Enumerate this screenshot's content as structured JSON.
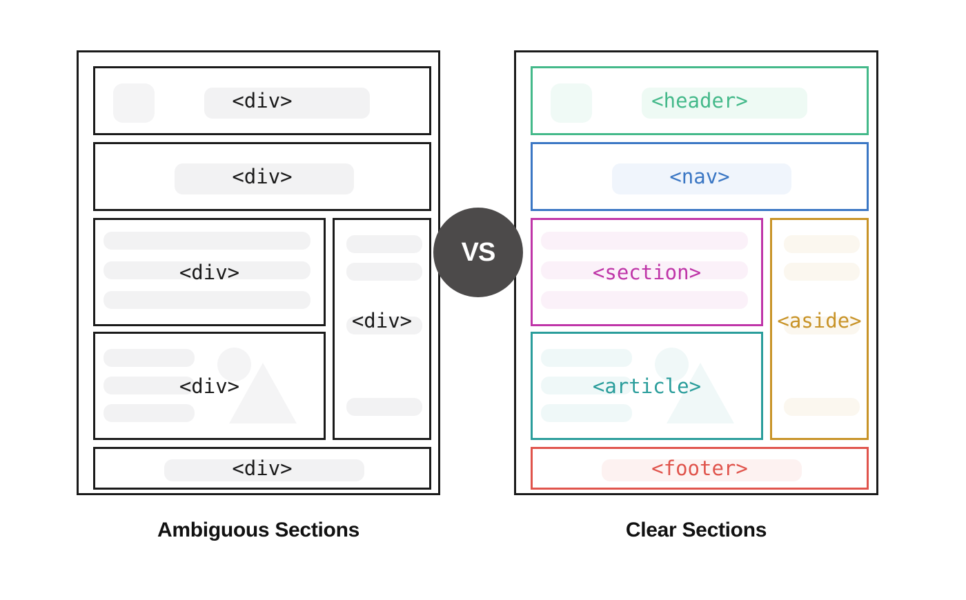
{
  "comparison": {
    "center_badge": {
      "label": "VS",
      "circle_color": "#4c4a4a",
      "text_color": "#ffffff"
    },
    "left": {
      "caption": "Ambiguous Sections",
      "border_color": "#1a1a1a",
      "blocks": [
        {
          "name": "header-block",
          "label": "<div>",
          "color": "#1a1a1a"
        },
        {
          "name": "nav-block",
          "label": "<div>",
          "color": "#1a1a1a"
        },
        {
          "name": "section-block",
          "label": "<div>",
          "color": "#1a1a1a"
        },
        {
          "name": "article-block",
          "label": "<div>",
          "color": "#1a1a1a"
        },
        {
          "name": "aside-block",
          "label": "<div>",
          "color": "#1a1a1a"
        },
        {
          "name": "footer-block",
          "label": "<div>",
          "color": "#1a1a1a"
        }
      ]
    },
    "right": {
      "caption": "Clear Sections",
      "border_color": "#1a1a1a",
      "blocks": [
        {
          "name": "header-block",
          "label": "<header>",
          "color": "#44b98a"
        },
        {
          "name": "nav-block",
          "label": "<nav>",
          "color": "#3b77c4"
        },
        {
          "name": "section-block",
          "label": "<section>",
          "color": "#bf35a8"
        },
        {
          "name": "article-block",
          "label": "<article>",
          "color": "#2a9d9b"
        },
        {
          "name": "aside-block",
          "label": "<aside>",
          "color": "#c89327"
        },
        {
          "name": "footer-block",
          "label": "<footer>",
          "color": "#e0544c"
        }
      ]
    }
  }
}
